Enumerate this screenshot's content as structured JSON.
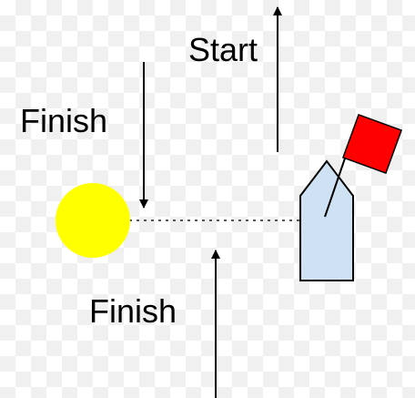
{
  "labels": {
    "start": "Start",
    "finish_top": "Finish",
    "finish_bottom": "Finish"
  },
  "colors": {
    "mark": "#ffff00",
    "boat_fill": "#cfe2f3",
    "flag": "#ff0000",
    "line": "#000000",
    "dotted_line": "#555555"
  },
  "icons": {
    "mark": "yellow-buoy",
    "boat": "committee-boat",
    "flag": "red-flag"
  }
}
